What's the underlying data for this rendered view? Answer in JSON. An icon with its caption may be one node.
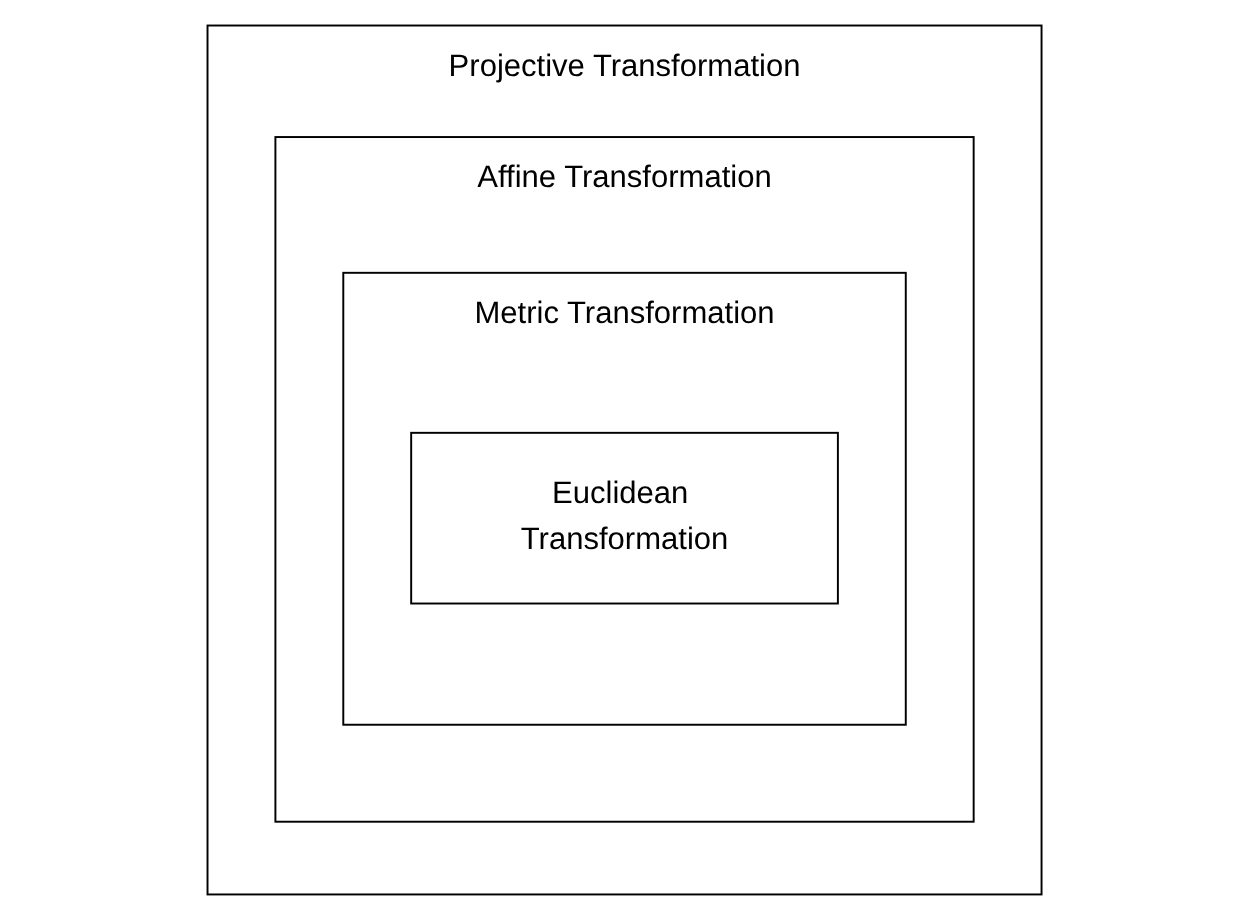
{
  "diagram": {
    "nodes": [
      {
        "text": [
          "Projective Transformation"
        ]
      },
      {
        "text": [
          "Affine Transformation"
        ],
        "in": 0
      },
      {
        "text": [
          "Metric Transformation"
        ],
        "in": 1
      },
      {
        "text": [
          "Euclidean Transformation"
        ],
        "in": 2
      }
    ],
    "edges": []
  }
}
